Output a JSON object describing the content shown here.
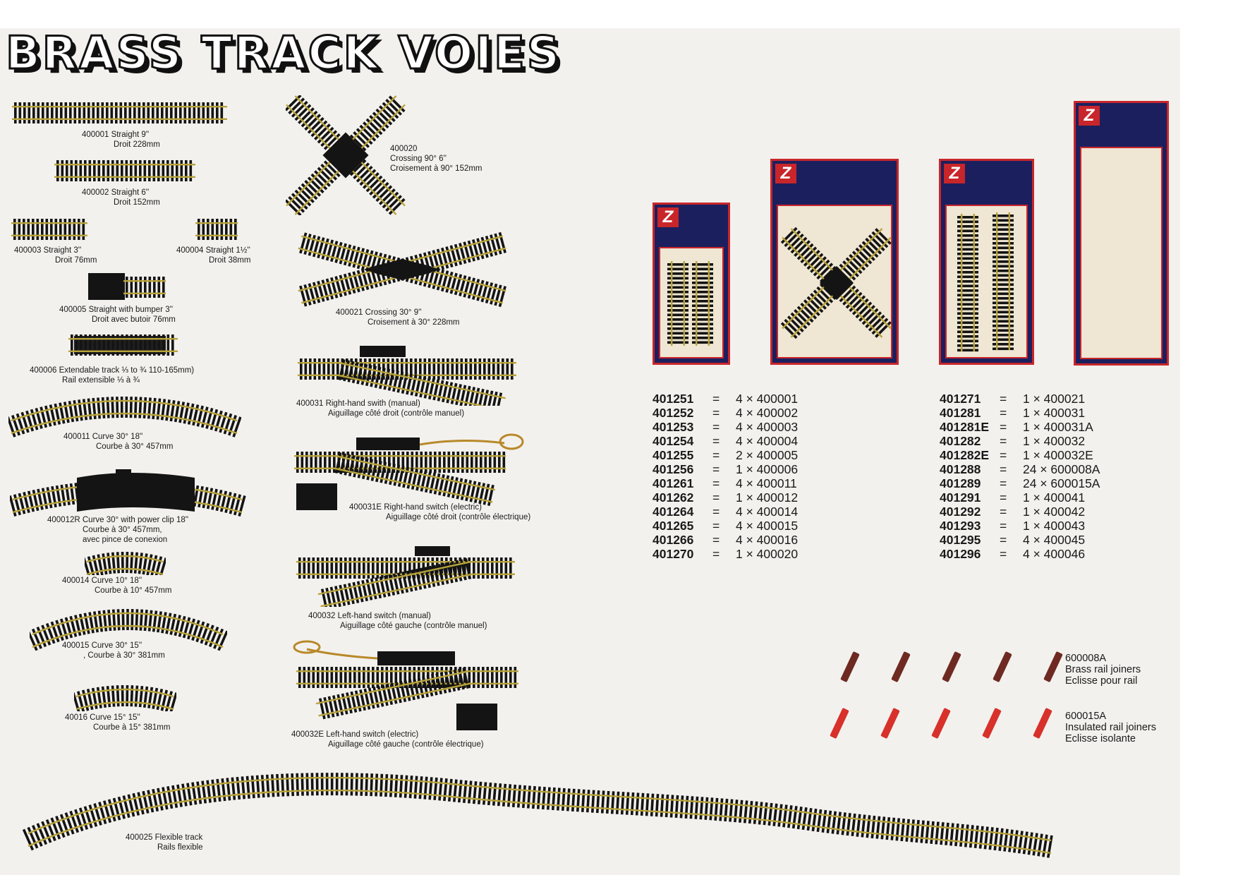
{
  "title": "BRASS TRACK VOIES",
  "brand": "Z",
  "left_items": [
    {
      "id": "400001",
      "line1": "400001 Straight 9''",
      "line2": "Droit 228mm"
    },
    {
      "id": "400002",
      "line1": "400002 Straight 6''",
      "line2": "Droit 152mm"
    },
    {
      "id": "400003",
      "line1": "400003 Straight 3''",
      "line2": "Droit 76mm"
    },
    {
      "id": "400004",
      "line1": "400004 Straight 1½''",
      "line2": "Droit 38mm"
    },
    {
      "id": "400005",
      "line1": "400005 Straight with bumper 3''",
      "line2": "Droit avec butoir 76mm"
    },
    {
      "id": "400006",
      "line1": "400006 Extendable track ⅓ to ¾ 110-165mm)",
      "line2": "Rail extensible ⅓ à ¾"
    },
    {
      "id": "400011",
      "line1": "400011 Curve 30° 18''",
      "line2": "Courbe à 30° 457mm"
    },
    {
      "id": "400012R",
      "line1": "400012R Curve 30° with power clip 18''",
      "line2": "Courbe à 30° 457mm,",
      "line3": "avec pince de conexion"
    },
    {
      "id": "400014",
      "line1": "400014 Curve 10° 18''",
      "line2": "Courbe à 10° 457mm"
    },
    {
      "id": "400015",
      "line1": "400015 Curve 30° 15''",
      "line2": ", Courbe à 30° 381mm"
    },
    {
      "id": "40016",
      "line1": "40016 Curve 15° 15''",
      "line2": "Courbe à 15° 381mm"
    }
  ],
  "mid_items": [
    {
      "id": "400020",
      "line1": "400020",
      "line2": "Crossing 90° 6''",
      "line3": "Croisement à 90° 152mm"
    },
    {
      "id": "400021",
      "line1": "400021 Crossing 30° 9''",
      "line2": "Croisement à 30° 228mm"
    },
    {
      "id": "400031",
      "line1": "400031 Right-hand swith (manual)",
      "line2": "Aiguillage côté droit (contrôle manuel)"
    },
    {
      "id": "400031E",
      "line1": "400031E Right-hand switch (electric)",
      "line2": "Aiguillage côté droit (contrôle électrique)"
    },
    {
      "id": "400032",
      "line1": "400032 Left-hand switch (manual)",
      "line2": "Aiguillage côté gauche (contrôle manuel)"
    },
    {
      "id": "400032E",
      "line1": "400032E Left-hand switch (electric)",
      "line2": "Aiguillage côté gauche (contrôle électrique)"
    }
  ],
  "flexible": {
    "line1": "400025 Flexible track",
    "line2": "Rails flexible"
  },
  "table_left": [
    {
      "code": "401251",
      "eq": "=",
      "val": "4 × 400001"
    },
    {
      "code": "401252",
      "eq": "=",
      "val": "4 × 400002"
    },
    {
      "code": "401253",
      "eq": "=",
      "val": "4 × 400003"
    },
    {
      "code": "401254",
      "eq": "=",
      "val": "4 × 400004"
    },
    {
      "code": "401255",
      "eq": "=",
      "val": "2 × 400005"
    },
    {
      "code": "401256",
      "eq": "=",
      "val": "1 × 400006"
    },
    {
      "code": "401261",
      "eq": "=",
      "val": "4 × 400011"
    },
    {
      "code": "401262",
      "eq": "=",
      "val": "1 × 400012"
    },
    {
      "code": "401264",
      "eq": "=",
      "val": "4 × 400014"
    },
    {
      "code": "401265",
      "eq": "=",
      "val": "4 × 400015"
    },
    {
      "code": "401266",
      "eq": "=",
      "val": "4 × 400016"
    },
    {
      "code": "401270",
      "eq": "=",
      "val": "1 × 400020"
    }
  ],
  "table_right": [
    {
      "code": "401271",
      "eq": "=",
      "val": "1 × 400021"
    },
    {
      "code": "401281",
      "eq": "=",
      "val": "1 × 400031"
    },
    {
      "code": "401281E",
      "eq": "=",
      "val": "1 × 400031A"
    },
    {
      "code": "401282",
      "eq": "=",
      "val": "1 × 400032"
    },
    {
      "code": "401282E",
      "eq": "=",
      "val": "1 × 400032E"
    },
    {
      "code": "401288",
      "eq": "=",
      "val": "24 × 600008A"
    },
    {
      "code": "401289",
      "eq": "=",
      "val": "24 × 600015A"
    },
    {
      "code": "401291",
      "eq": "=",
      "val": "1 × 400041"
    },
    {
      "code": "401292",
      "eq": "=",
      "val": "1 × 400042"
    },
    {
      "code": "401293",
      "eq": "=",
      "val": "1 × 400043"
    },
    {
      "code": "401295",
      "eq": "=",
      "val": "4 × 400045"
    },
    {
      "code": "401296",
      "eq": "=",
      "val": "4 × 400046"
    }
  ],
  "joiners": [
    {
      "line1": "600008A",
      "line2": "Brass rail joiners",
      "line3": "Eclisse pour rail",
      "color": "#6e2a22"
    },
    {
      "line1": "600015A",
      "line2": "Insulated rail joiners",
      "line3": "Eclisse isolante",
      "color": "#d8302a"
    }
  ],
  "colors": {
    "rail": "#b8a33a",
    "tie": "#141414",
    "box_blue": "#1b1f5e",
    "box_red": "#c8262a",
    "box_cream": "#efe6d4"
  }
}
